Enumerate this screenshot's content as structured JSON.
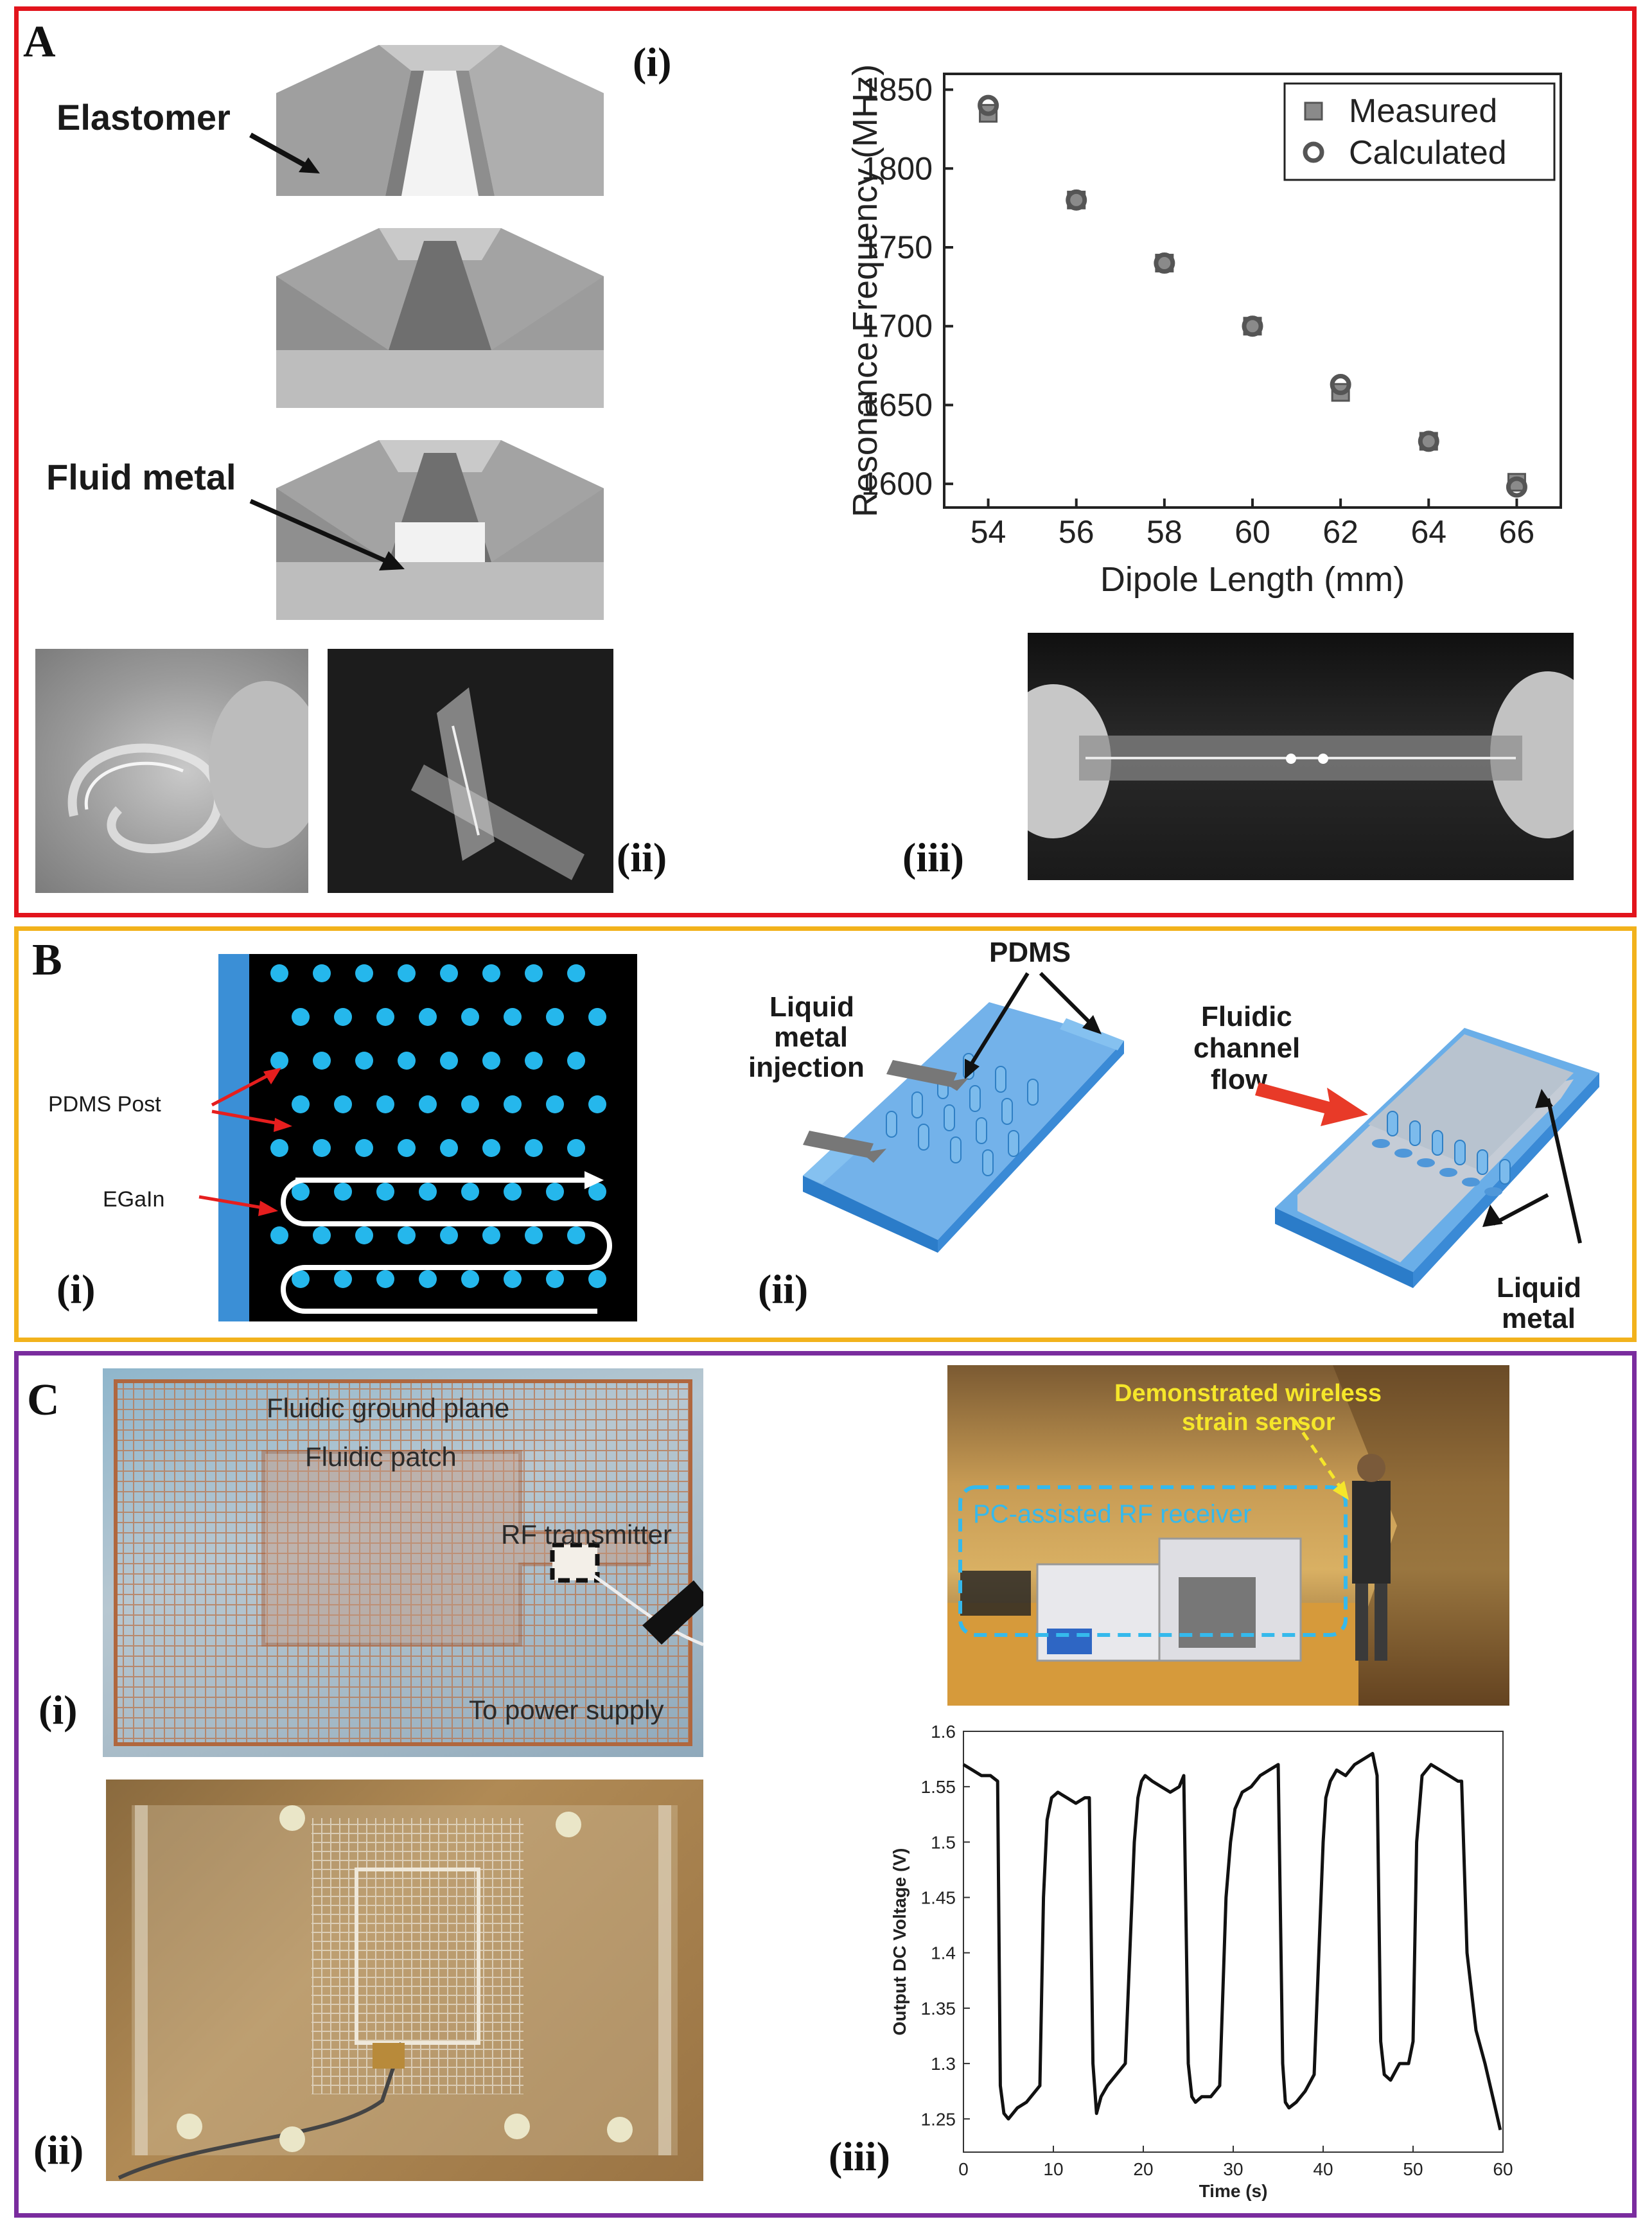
{
  "colors": {
    "panel_a_border": "#e2141c",
    "panel_b_border": "#f2b21c",
    "panel_c_border": "#7a2c9e",
    "pdms_blue": "#2e9fe0",
    "dot_cyan": "#25b7ec"
  },
  "panel_a": {
    "label": "A",
    "sub_i": "(i)",
    "sub_ii": "(ii)",
    "sub_iii": "(iii)",
    "elastomer_label": "Elastomer",
    "fluid_metal_label": "Fluid metal"
  },
  "panel_b": {
    "label": "B",
    "sub_i": "(i)",
    "sub_ii": "(ii)",
    "pdms_post_label": "PDMS Post",
    "egain_label": "EGaIn",
    "pdms_label": "PDMS",
    "injection_label_1": "Liquid",
    "injection_label_2": "metal",
    "injection_label_3": "injection",
    "flow_label_1": "Fluidic",
    "flow_label_2": "channel",
    "flow_label_3": "flow",
    "liquid_metal_1": "Liquid",
    "liquid_metal_2": "metal"
  },
  "panel_c": {
    "label": "C",
    "sub_i": "(i)",
    "sub_ii": "(ii)",
    "sub_iii": "(iii)",
    "ground_plane": "Fluidic ground plane",
    "patch": "Fluidic patch",
    "rf_tx": "RF transmitter",
    "power": "To power supply",
    "receiver": "PC-assisted RF receiver",
    "wireless_1": "Demonstrated wireless",
    "wireless_2": "strain sensor"
  },
  "chart_data": [
    {
      "type": "scatter",
      "xlabel": "Dipole Length (mm)",
      "ylabel": "Resonance Frequency (MHz)",
      "xlim": [
        53,
        67
      ],
      "ylim": [
        1585,
        1860
      ],
      "xticks": [
        54,
        56,
        58,
        60,
        62,
        64,
        66
      ],
      "yticks": [
        1600,
        1650,
        1700,
        1750,
        1800,
        1850
      ],
      "legend": "top-right",
      "series": [
        {
          "name": "Measured",
          "marker": "square",
          "x": [
            54,
            56,
            58,
            60,
            62,
            64,
            66
          ],
          "y": [
            1835,
            1780,
            1740,
            1700,
            1658,
            1627,
            1601
          ]
        },
        {
          "name": "Calculated",
          "marker": "circle",
          "x": [
            54,
            56,
            58,
            60,
            62,
            64,
            66
          ],
          "y": [
            1840,
            1780,
            1740,
            1700,
            1663,
            1627,
            1598
          ]
        }
      ]
    },
    {
      "type": "line",
      "xlabel": "Time (s)",
      "ylabel": "Output DC Voltage (V)",
      "xlim": [
        0,
        60
      ],
      "ylim": [
        1.22,
        1.6
      ],
      "xticks": [
        0,
        10,
        20,
        30,
        40,
        50,
        60
      ],
      "yticks": [
        1.25,
        1.3,
        1.35,
        1.4,
        1.45,
        1.5,
        1.55,
        1.6
      ],
      "grid": false,
      "series": [
        {
          "x": [
            0,
            1,
            2,
            3,
            3.8,
            4.1,
            4.5,
            5,
            6,
            7,
            8.5,
            8.9,
            9.3,
            9.8,
            10.5,
            11.5,
            12.5,
            13.5,
            14,
            14.4,
            14.8,
            15.3,
            16,
            17,
            18,
            19,
            19.4,
            19.8,
            20.2,
            21,
            22,
            23,
            24,
            24.5,
            25,
            25.4,
            25.8,
            26.5,
            27.5,
            28.5,
            29.2,
            29.7,
            30.2,
            31,
            32,
            33,
            34,
            35,
            35.5,
            35.8,
            36.2,
            37,
            38,
            39,
            40,
            40.3,
            40.8,
            41.5,
            42.5,
            43.5,
            44.5,
            45.5,
            46,
            46.4,
            46.8,
            47.5,
            48.5,
            49.5,
            50,
            50.4,
            51,
            52,
            53,
            54,
            55,
            55.4,
            56,
            57,
            58,
            59,
            59.7
          ],
          "y": [
            1.57,
            1.565,
            1.56,
            1.56,
            1.555,
            1.28,
            1.255,
            1.25,
            1.26,
            1.265,
            1.28,
            1.45,
            1.52,
            1.54,
            1.545,
            1.54,
            1.535,
            1.54,
            1.54,
            1.3,
            1.255,
            1.27,
            1.28,
            1.29,
            1.3,
            1.5,
            1.54,
            1.555,
            1.56,
            1.555,
            1.55,
            1.545,
            1.55,
            1.56,
            1.3,
            1.27,
            1.265,
            1.27,
            1.27,
            1.28,
            1.45,
            1.5,
            1.53,
            1.545,
            1.55,
            1.56,
            1.565,
            1.57,
            1.3,
            1.265,
            1.26,
            1.265,
            1.275,
            1.29,
            1.5,
            1.54,
            1.555,
            1.565,
            1.56,
            1.57,
            1.575,
            1.58,
            1.56,
            1.32,
            1.29,
            1.285,
            1.3,
            1.3,
            1.32,
            1.5,
            1.56,
            1.57,
            1.565,
            1.56,
            1.555,
            1.555,
            1.4,
            1.33,
            1.3,
            1.265,
            1.24
          ]
        }
      ]
    }
  ]
}
